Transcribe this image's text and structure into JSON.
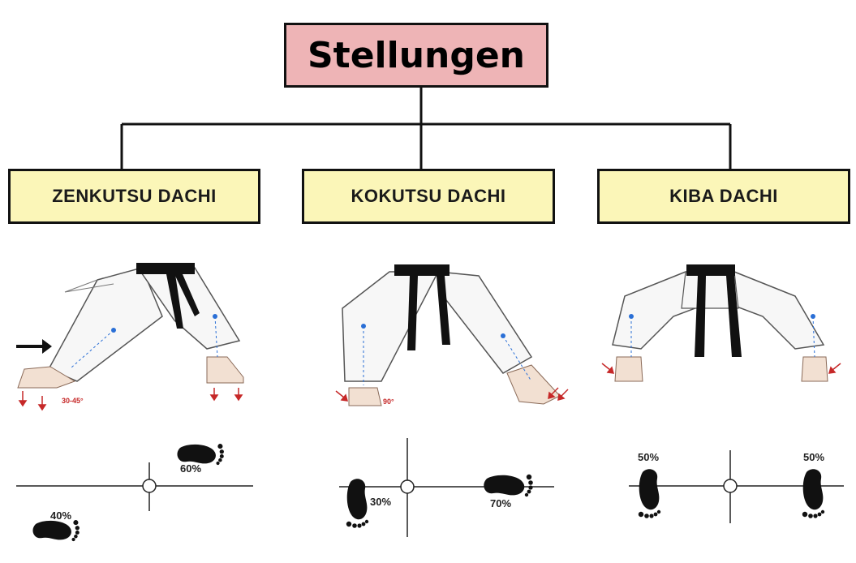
{
  "title": "Stellungen",
  "stances": [
    {
      "name": "ZENKUTSU DACHI",
      "angle": "30-45°",
      "weights": [
        "60%",
        "40%"
      ]
    },
    {
      "name": "KOKUTSU DACHI",
      "angle": "90°",
      "weights": [
        "30%",
        "70%"
      ]
    },
    {
      "name": "KIBA DACHI",
      "weights": [
        "50%",
        "50%"
      ]
    }
  ],
  "colors": {
    "title_bg": "#eeb4b6",
    "stance_bg": "#fbf6b8",
    "lines": "#111111",
    "arrows": "#c62828",
    "guide_dots": "#2a6fd6"
  }
}
